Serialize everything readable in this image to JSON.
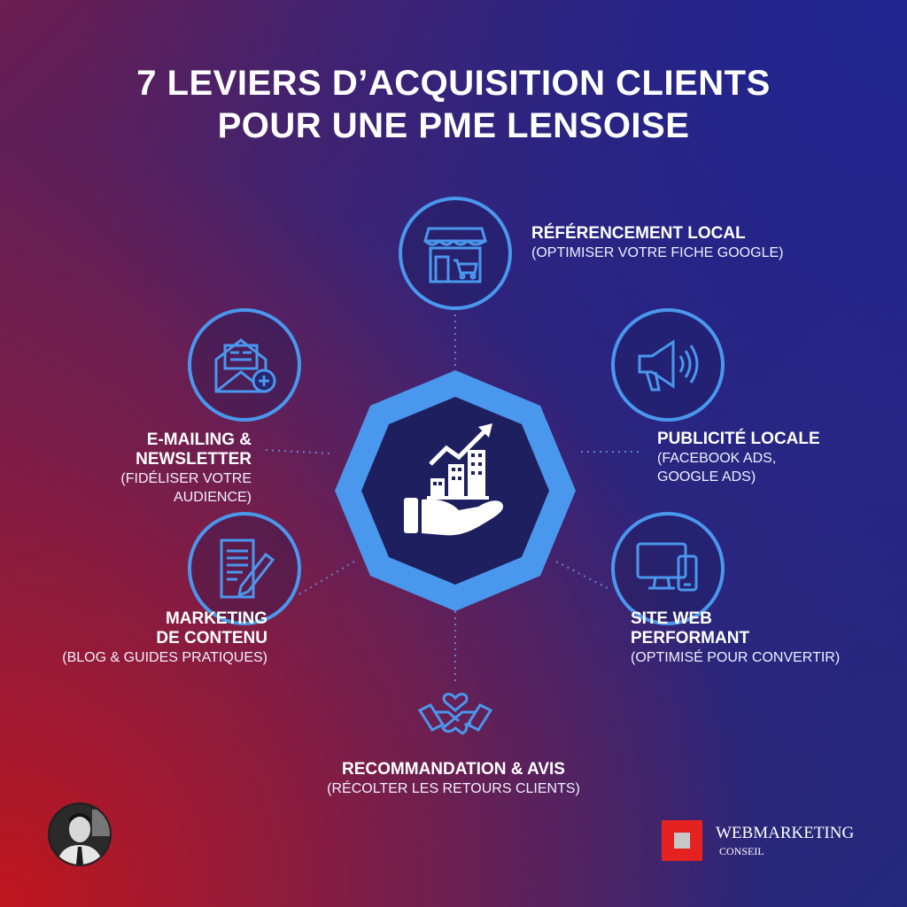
{
  "title": {
    "line1": "7 LEVIERS D’ACQUISITION CLIENTS",
    "line2": "POUR UNE PME LENSOISE"
  },
  "colors": {
    "accent_blue": "#4a97ee",
    "red": "#c0161d",
    "navy": "#1e2590"
  },
  "center": {
    "icon": "hand-growth-chart-icon"
  },
  "levers": [
    {
      "title": "RÉFÉRENCEMENT LOCAL",
      "desc": "(OPTIMISER VOTRE FICHE GOOGLE)",
      "icon": "storefront-cart-icon"
    },
    {
      "title": "PUBLICITÉ LOCALE",
      "desc1": "(FACEBOOK ADS,",
      "desc2": "GOOGLE ADS)",
      "icon": "megaphone-icon"
    },
    {
      "title1": "SITE WEB",
      "title2": "PERFORMANT",
      "desc": "(OPTIMISÉ POUR CONVERTIR)",
      "icon": "desktop-mobile-icon"
    },
    {
      "title": "RECOMMANDATION & AVIS",
      "desc": "(RÉCOLTER LES RETOURS CLIENTS)",
      "icon": "handshake-heart-icon"
    },
    {
      "title1": "MARKETING",
      "title2": "DE CONTENU",
      "desc": "(BLOG & GUIDES PRATIQUES)",
      "icon": "document-pencil-icon"
    },
    {
      "title1": "E-MAILING &",
      "title2": "NEWSLETTER",
      "desc1": "(FIDÉLISER VOTRE",
      "desc2": "AUDIENCE)",
      "icon": "envelope-newsletter-icon"
    }
  ],
  "brand": {
    "name": "WEBMARKETING",
    "sub": "CONSEIL"
  }
}
